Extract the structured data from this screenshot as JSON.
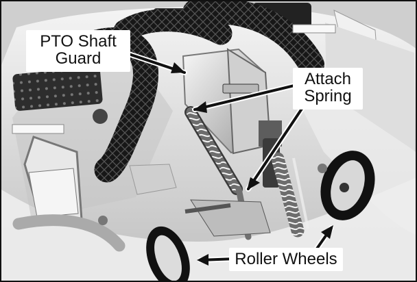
{
  "image": {
    "subject": "mower deck photo with callouts",
    "labels": {
      "pto_shaft_guard": [
        "PTO Shaft",
        "Guard"
      ],
      "attach_spring": [
        "Attach",
        "Spring"
      ],
      "roller_wheels": "Roller Wheels"
    }
  },
  "colors": {
    "background": "#d9d9d9",
    "callout_line": "#111111",
    "label_background": "#ffffff"
  }
}
